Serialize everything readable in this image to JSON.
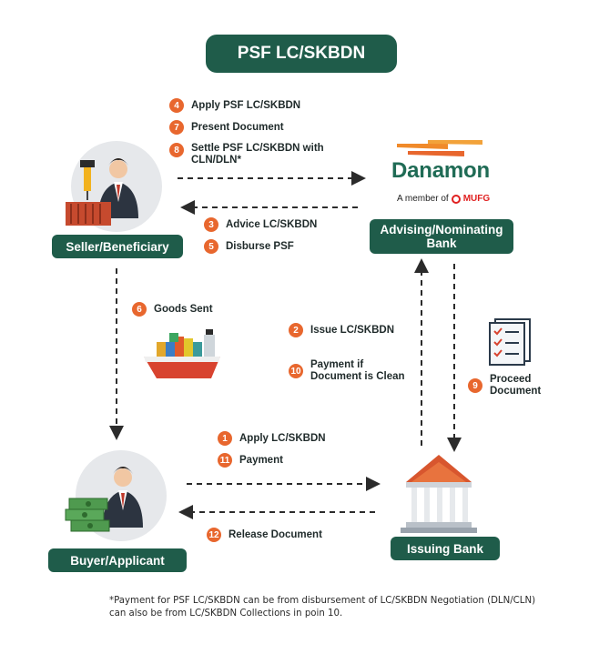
{
  "title": "PSF LC/SKBDN",
  "nodes": {
    "seller": "Seller/Beneficiary",
    "advising_bank": "Advising/Nominating\nBank",
    "buyer": "Buyer/Applicant",
    "issuing_bank": "Issuing Bank"
  },
  "danamon": {
    "name": "Danamon",
    "member_prefix": "A member of",
    "member_group": "MUFG"
  },
  "steps": {
    "s4": {
      "num": "4",
      "text": "Apply PSF LC/SKBDN"
    },
    "s7": {
      "num": "7",
      "text": "Present Document"
    },
    "s8": {
      "num": "8",
      "text": "Settle PSF LC/SKBDN with\nCLN/DLN*"
    },
    "s3": {
      "num": "3",
      "text": "Advice LC/SKBDN"
    },
    "s5": {
      "num": "5",
      "text": "Disburse PSF"
    },
    "s6": {
      "num": "6",
      "text": "Goods Sent"
    },
    "s2": {
      "num": "2",
      "text": "Issue LC/SKBDN"
    },
    "s10": {
      "num": "10",
      "text": "Payment if\nDocument is Clean"
    },
    "s9": {
      "num": "9",
      "text": "Proceed\nDocument"
    },
    "s1": {
      "num": "1",
      "text": "Apply LC/SKBDN"
    },
    "s11": {
      "num": "11",
      "text": "Payment"
    },
    "s12": {
      "num": "12",
      "text": "Release Document"
    }
  },
  "footnote": "*Payment for PSF LC/SKBDN can be from disbursement of LC/SKBDN Negotiation (DLN/CLN) can also be from LC/SKBDN Collections in poin 10.",
  "colors": {
    "primary_green": "#1f5c4a",
    "step_orange": "#e8672e",
    "arrow_dark": "#2b2b2b"
  }
}
